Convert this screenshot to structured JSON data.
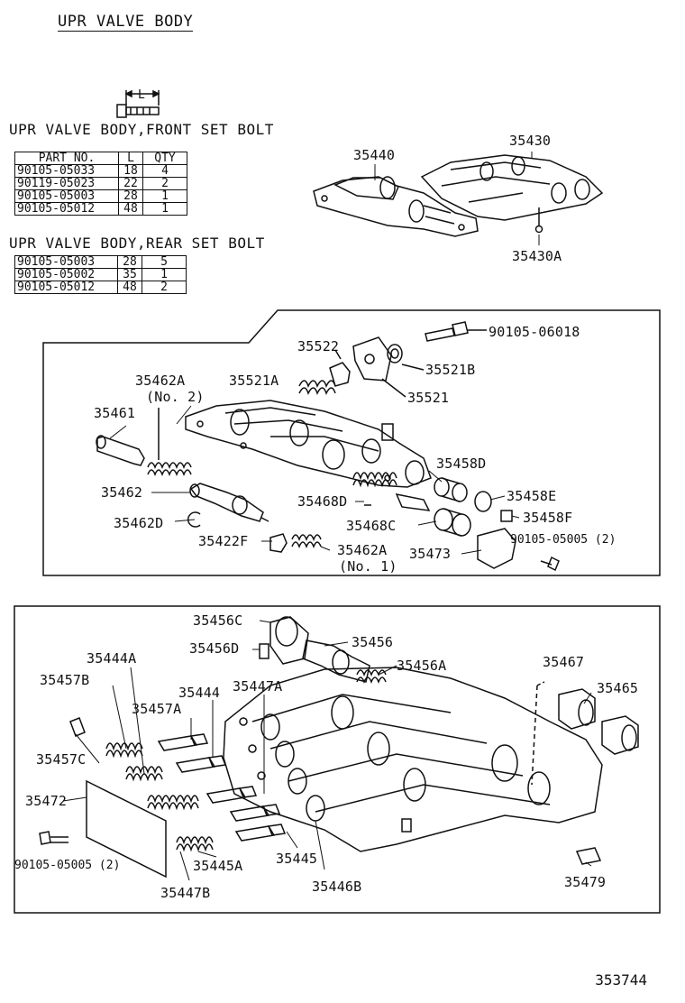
{
  "title": "UPR VALVE BODY",
  "front_bolt_heading": "UPR VALVE BODY,FRONT SET BOLT",
  "rear_bolt_heading": "UPR VALVE BODY,REAR SET BOLT",
  "bolt_dim_label": "L",
  "front_table": {
    "headers": [
      "PART NO.",
      "L",
      "QTY"
    ],
    "rows": [
      [
        "90105-05033",
        "18",
        "4"
      ],
      [
        "90119-05023",
        "22",
        "2"
      ],
      [
        "90105-05003",
        "28",
        "1"
      ],
      [
        "90105-05012",
        "48",
        "1"
      ]
    ]
  },
  "rear_table": {
    "rows": [
      [
        "90105-05003",
        "28",
        "5"
      ],
      [
        "90105-05002",
        "35",
        "1"
      ],
      [
        "90105-05012",
        "48",
        "2"
      ]
    ]
  },
  "labels": {
    "p35440": "35440",
    "p35430": "35430",
    "p35430A": "35430A",
    "p90105_06018": "90105-06018",
    "p35522": "35522",
    "p35521A": "35521A",
    "p35521B": "35521B",
    "p35521": "35521",
    "p35462A_no2": "35462A",
    "no2": "(No. 2)",
    "p35461": "35461",
    "p35458D": "35458D",
    "p35462": "35462",
    "p35468D": "35468D",
    "p35458E": "35458E",
    "p35462D": "35462D",
    "p35468C": "35468C",
    "p35458F": "35458F",
    "p35422F": "35422F",
    "p35462A_no1": "35462A",
    "no1": "(No. 1)",
    "p35473": "35473",
    "p90105_05005_a": "90105-05005 (2)",
    "p35456C": "35456C",
    "p35456": "35456",
    "p35456D": "35456D",
    "p35444A": "35444A",
    "p35456A": "35456A",
    "p35467": "35467",
    "p35457B": "35457B",
    "p35444": "35444",
    "p35447A": "35447A",
    "p35465": "35465",
    "p35457A": "35457A",
    "p35457C": "35457C",
    "p35472": "35472",
    "p90105_05005_b": "90105-05005 (2)",
    "p35445": "35445",
    "p35445A": "35445A",
    "p35447B": "35447B",
    "p35446B": "35446B",
    "p35479": "35479"
  },
  "figure_code": "353744"
}
